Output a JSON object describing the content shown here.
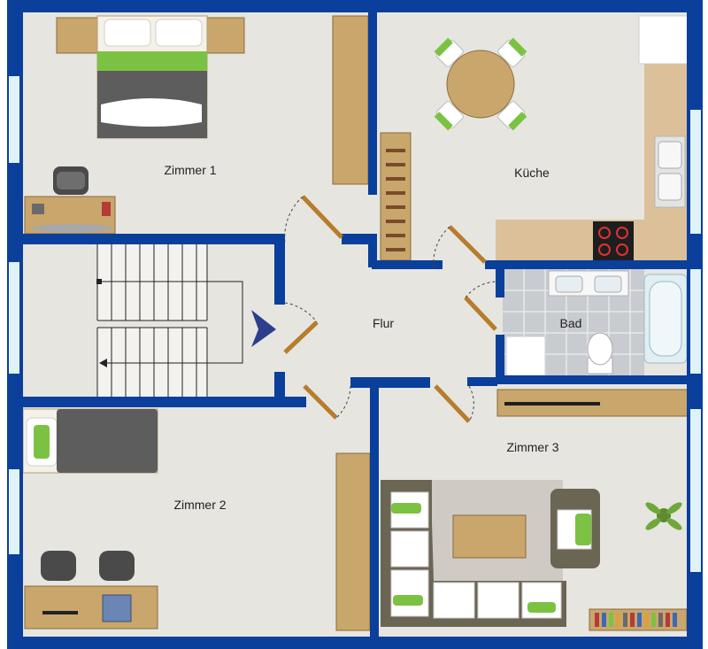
{
  "colors": {
    "wall": "#0a3f9c",
    "floor": "#e6e5e0",
    "wood": "#c9a66b",
    "wood_dark": "#8a6a3a",
    "bed_gray": "#5d5d5d",
    "accent_green": "#7cc242",
    "tile": "#c8ccd0",
    "counter": "#dcc09a",
    "window": "#dff2f5",
    "door_hinge": "#b77c2c",
    "sofa_frame": "#6b6554",
    "rug": "#cfcac3",
    "stair_arrow": "#2c3f8c"
  },
  "rooms": [
    {
      "id": "zimmer-1",
      "label": "Zimmer 1"
    },
    {
      "id": "kueche",
      "label": "Küche"
    },
    {
      "id": "flur",
      "label": "Flur"
    },
    {
      "id": "bad",
      "label": "Bad"
    },
    {
      "id": "zimmer-2",
      "label": "Zimmer 2"
    },
    {
      "id": "zimmer-3",
      "label": "Zimmer 3"
    }
  ],
  "icons": {
    "stairs": "staircase-icon",
    "arrow": "stair-direction-arrow-icon",
    "bed": "bed-icon",
    "table": "dining-table-icon",
    "chair": "chair-icon",
    "sink": "sink-icon",
    "stove": "stove-icon",
    "bathtub": "bathtub-icon",
    "toilet": "toilet-icon",
    "sofa": "sofa-icon",
    "plant": "plant-icon",
    "desk": "desk-icon",
    "wardrobe": "wardrobe-icon",
    "wine_rack": "wine-rack-icon",
    "tv": "tv-icon",
    "bookshelf": "bookshelf-icon"
  }
}
